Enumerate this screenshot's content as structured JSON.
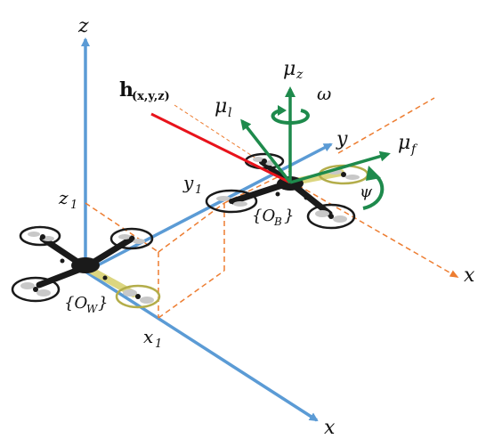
{
  "axes": {
    "world_z": "z",
    "world_x": "x",
    "body_x": "x",
    "body_y": "y"
  },
  "projections": {
    "z1": {
      "main": "z",
      "sub": "1"
    },
    "x1": {
      "main": "x",
      "sub": "1"
    },
    "y1": {
      "main": "y",
      "sub": "1"
    }
  },
  "frames": {
    "world": {
      "open": "{O",
      "sub": "W",
      "close": "}"
    },
    "body": {
      "open": "{O",
      "sub": "B",
      "close": "}"
    }
  },
  "heading_vector": {
    "main": "h",
    "sub": "(x,y,z)"
  },
  "force_vectors": {
    "mu_z": {
      "main": "μ",
      "sub": "z"
    },
    "mu_l": {
      "main": "μ",
      "sub": "l"
    },
    "mu_f": {
      "main": "μ",
      "sub": "f"
    }
  },
  "rotations": {
    "omega": "ω",
    "psi": "ψ"
  },
  "colors": {
    "world_axis": "#5b9bd5",
    "body_axis": "#5b9bd5",
    "dashed": "#ed7d31",
    "heading": "#e8131b",
    "force": "#1e8a4c",
    "drone_body": "#1a1a1a",
    "drone_front_arm": "#dcd680"
  }
}
